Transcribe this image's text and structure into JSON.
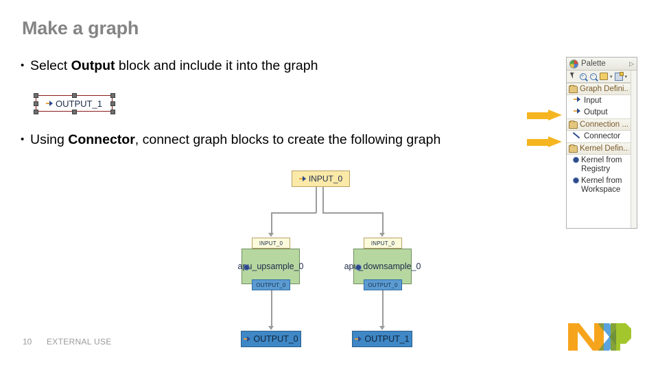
{
  "slide": {
    "title": "Make a graph",
    "bullets": [
      {
        "prefix": "Select ",
        "bold": "Output",
        "suffix": " block and include it into the graph"
      },
      {
        "prefix": "Using ",
        "bold": "Connector",
        "suffix": ", connect graph blocks to create the following graph"
      }
    ],
    "bullet_marker": "•"
  },
  "selected_block": {
    "label": "OUTPUT_1",
    "icon": "plug-arrow-icon",
    "selection_color": "#8a1b1b"
  },
  "graph": {
    "nodes": {
      "input_top": {
        "label": "INPUT_0",
        "icon": "plug-arrow-icon",
        "color": "#fbe9a8"
      },
      "kernel_left": {
        "label": "apu_upsample_0",
        "color": "#b6d7a0",
        "port_in": "INPUT_0",
        "port_out": "OUTPUT_0"
      },
      "kernel_right": {
        "label": "apu_downsample_0",
        "color": "#b6d7a0",
        "port_in": "INPUT_0",
        "port_out": "OUTPUT_0"
      },
      "output_left": {
        "label": "OUTPUT_0",
        "icon": "plug-arrow-icon",
        "color": "#3f87c5"
      },
      "output_right": {
        "label": "OUTPUT_1",
        "icon": "plug-arrow-icon",
        "color": "#3f87c5"
      }
    },
    "connector_color": "#9b9b9b"
  },
  "palette": {
    "title": "Palette",
    "chevron": "▷",
    "toolbar": [
      {
        "name": "select-tool",
        "icon": "cursor-icon"
      },
      {
        "name": "zoom-in-tool",
        "icon": "magnifier-plus-icon",
        "sign": "+"
      },
      {
        "name": "zoom-out-tool",
        "icon": "magnifier-minus-icon",
        "sign": "−"
      },
      {
        "name": "note-tool",
        "icon": "note-icon",
        "caret": "▾"
      },
      {
        "name": "create-tool",
        "icon": "create-icon",
        "caret": "▾"
      }
    ],
    "drawers": [
      {
        "label": "Graph Defini...",
        "mark": "◇",
        "items": [
          {
            "label": "Input",
            "icon": "plug-arrow-icon"
          },
          {
            "label": "Output",
            "icon": "plug-arrow-icon"
          }
        ]
      },
      {
        "label": "Connection ...",
        "mark": "◇",
        "items": [
          {
            "label": "Connector",
            "icon": "diagonal-line-icon"
          }
        ]
      },
      {
        "label": "Kernel Defin...",
        "mark": "◇",
        "items": [
          {
            "label": "Kernel from Registry",
            "icon": "gear-icon"
          },
          {
            "label": "Kernel from Workspace",
            "icon": "gear-icon"
          }
        ]
      }
    ]
  },
  "callout_arrows": {
    "count": 2,
    "color": "#f5b520",
    "targets": [
      "Output",
      "Connector"
    ]
  },
  "footer": {
    "page_number": "10",
    "label": "EXTERNAL USE"
  },
  "logo": {
    "name": "nxp-logo",
    "colors": {
      "n": "#f7a41d",
      "x": "#5aa3dd",
      "p": "#a3c62d",
      "overlap": "#7f9b3c"
    }
  }
}
